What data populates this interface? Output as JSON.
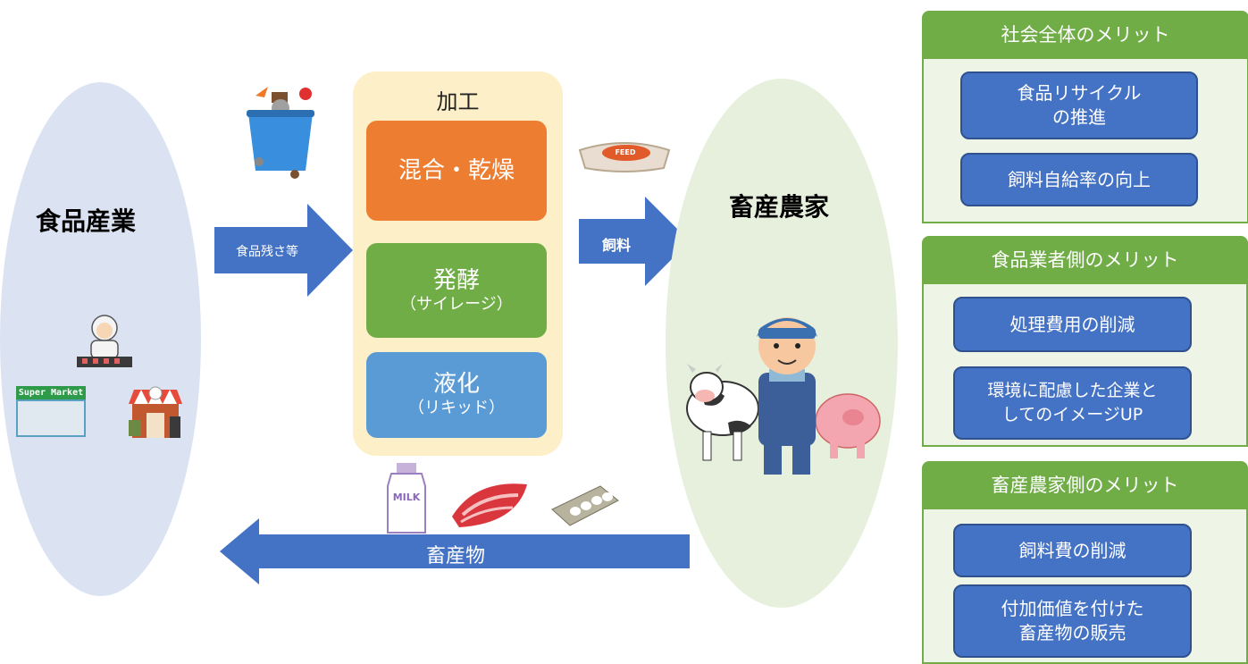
{
  "food_industry": {
    "title": "食品産業"
  },
  "livestock_farmer": {
    "title": "畜産農家"
  },
  "arrows": {
    "food_waste": "食品残さ等",
    "feed": "飼料",
    "livestock_products": "畜産物"
  },
  "processing": {
    "title": "加工",
    "steps": [
      {
        "label": "混合・乾燥",
        "sub": ""
      },
      {
        "label": "発酵",
        "sub": "（サイレージ）"
      },
      {
        "label": "液化",
        "sub": "（リキッド）"
      }
    ]
  },
  "illustrations": {
    "supermarket_sign": "Super Market",
    "feed_bag": "FEED",
    "milk_carton": "MILK"
  },
  "benefits": [
    {
      "header": "社会全体のメリット",
      "items": [
        "食品リサイクル\nの推進",
        "飼料自給率の向上"
      ]
    },
    {
      "header": "食品業者側のメリット",
      "items": [
        "処理費用の削減",
        "環境に配慮した企業と\nしてのイメージUP"
      ]
    },
    {
      "header": "畜産農家側のメリット",
      "items": [
        "飼料費の削減",
        "付加価値を付けた\n畜産物の販売"
      ]
    }
  ],
  "colors": {
    "mix_dry": "#ed7d31",
    "ferment": "#70ad47",
    "liquid": "#5b9bd5",
    "arrow": "#4472c4",
    "benefit_green": "#70ad47"
  }
}
